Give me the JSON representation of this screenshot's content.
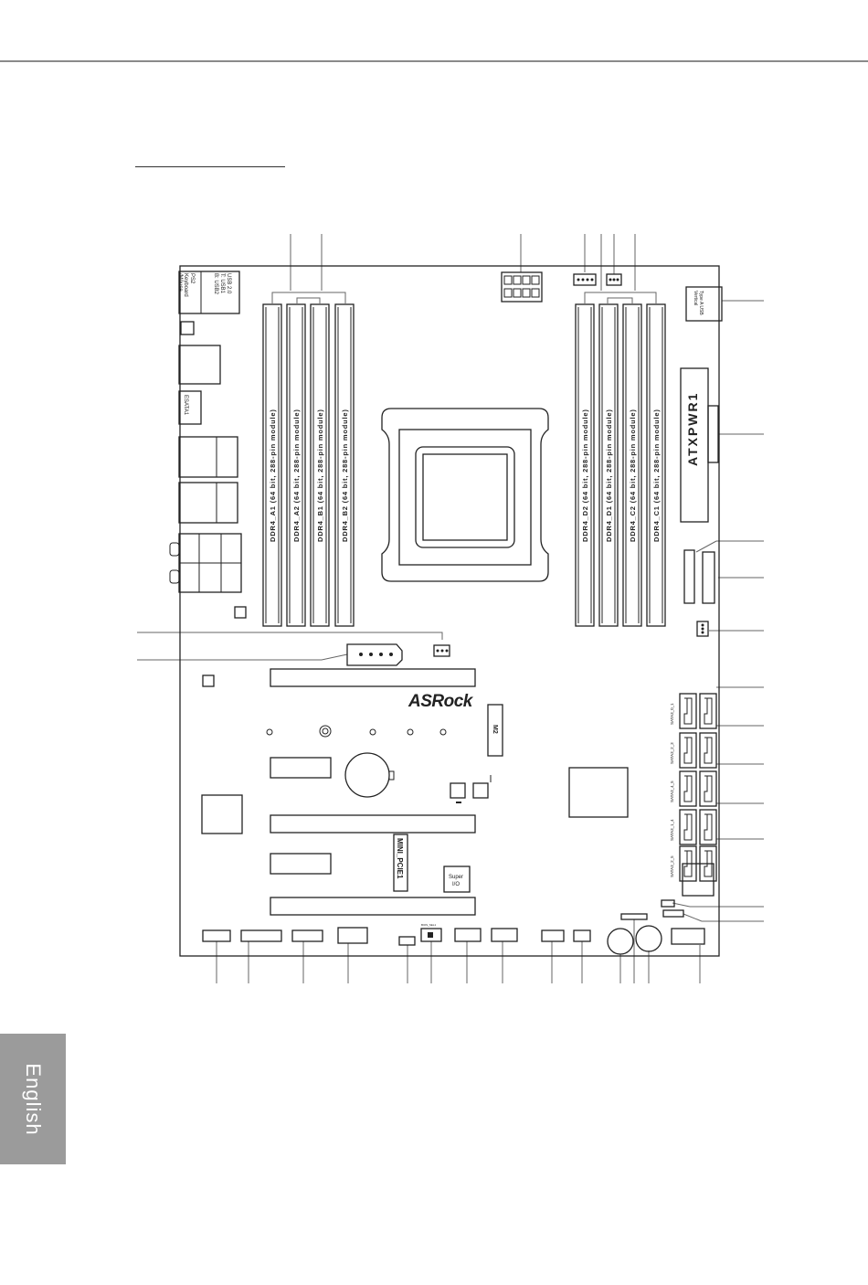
{
  "sidebar": {
    "language_label": "English"
  },
  "board": {
    "vendor_logo": "ASRock",
    "rear_io": {
      "usb_ps2": [
        "USB 2.0",
        "T: USB1",
        "B: USB2",
        "PS2",
        "Keyboard",
        "/Mouse"
      ],
      "esata": "ESATA1"
    },
    "dimm_labels": [
      "DDR4_A1 (64 bit, 288-pin module)",
      "DDR4_A2 (64 bit, 288-pin module)",
      "DDR4_B1 (64 bit, 288-pin module)",
      "DDR4_B2 (64 bit, 288-pin module)",
      "DDR4_D2 (64 bit, 288-pin module)",
      "DDR4_D1 (64 bit, 288-pin module)",
      "DDR4_C2 (64 bit, 288-pin module)",
      "DDR4_C1 (64 bit, 288-pin module)"
    ],
    "atx_power": "ATXPWR1",
    "vertical_usb3": [
      "Vertical",
      "Type A USB"
    ],
    "sata_labels": [
      "SATA3_0_1",
      "SATA3_2_3",
      "SATA3_4_5",
      "SATA3_1_4",
      "SATA3_2_5"
    ],
    "m2": "M2",
    "mini_pcie": "MINI_PCIE1",
    "super_io": [
      "Super",
      "I/O"
    ],
    "bios_sel": "BIOS_SEL1"
  }
}
